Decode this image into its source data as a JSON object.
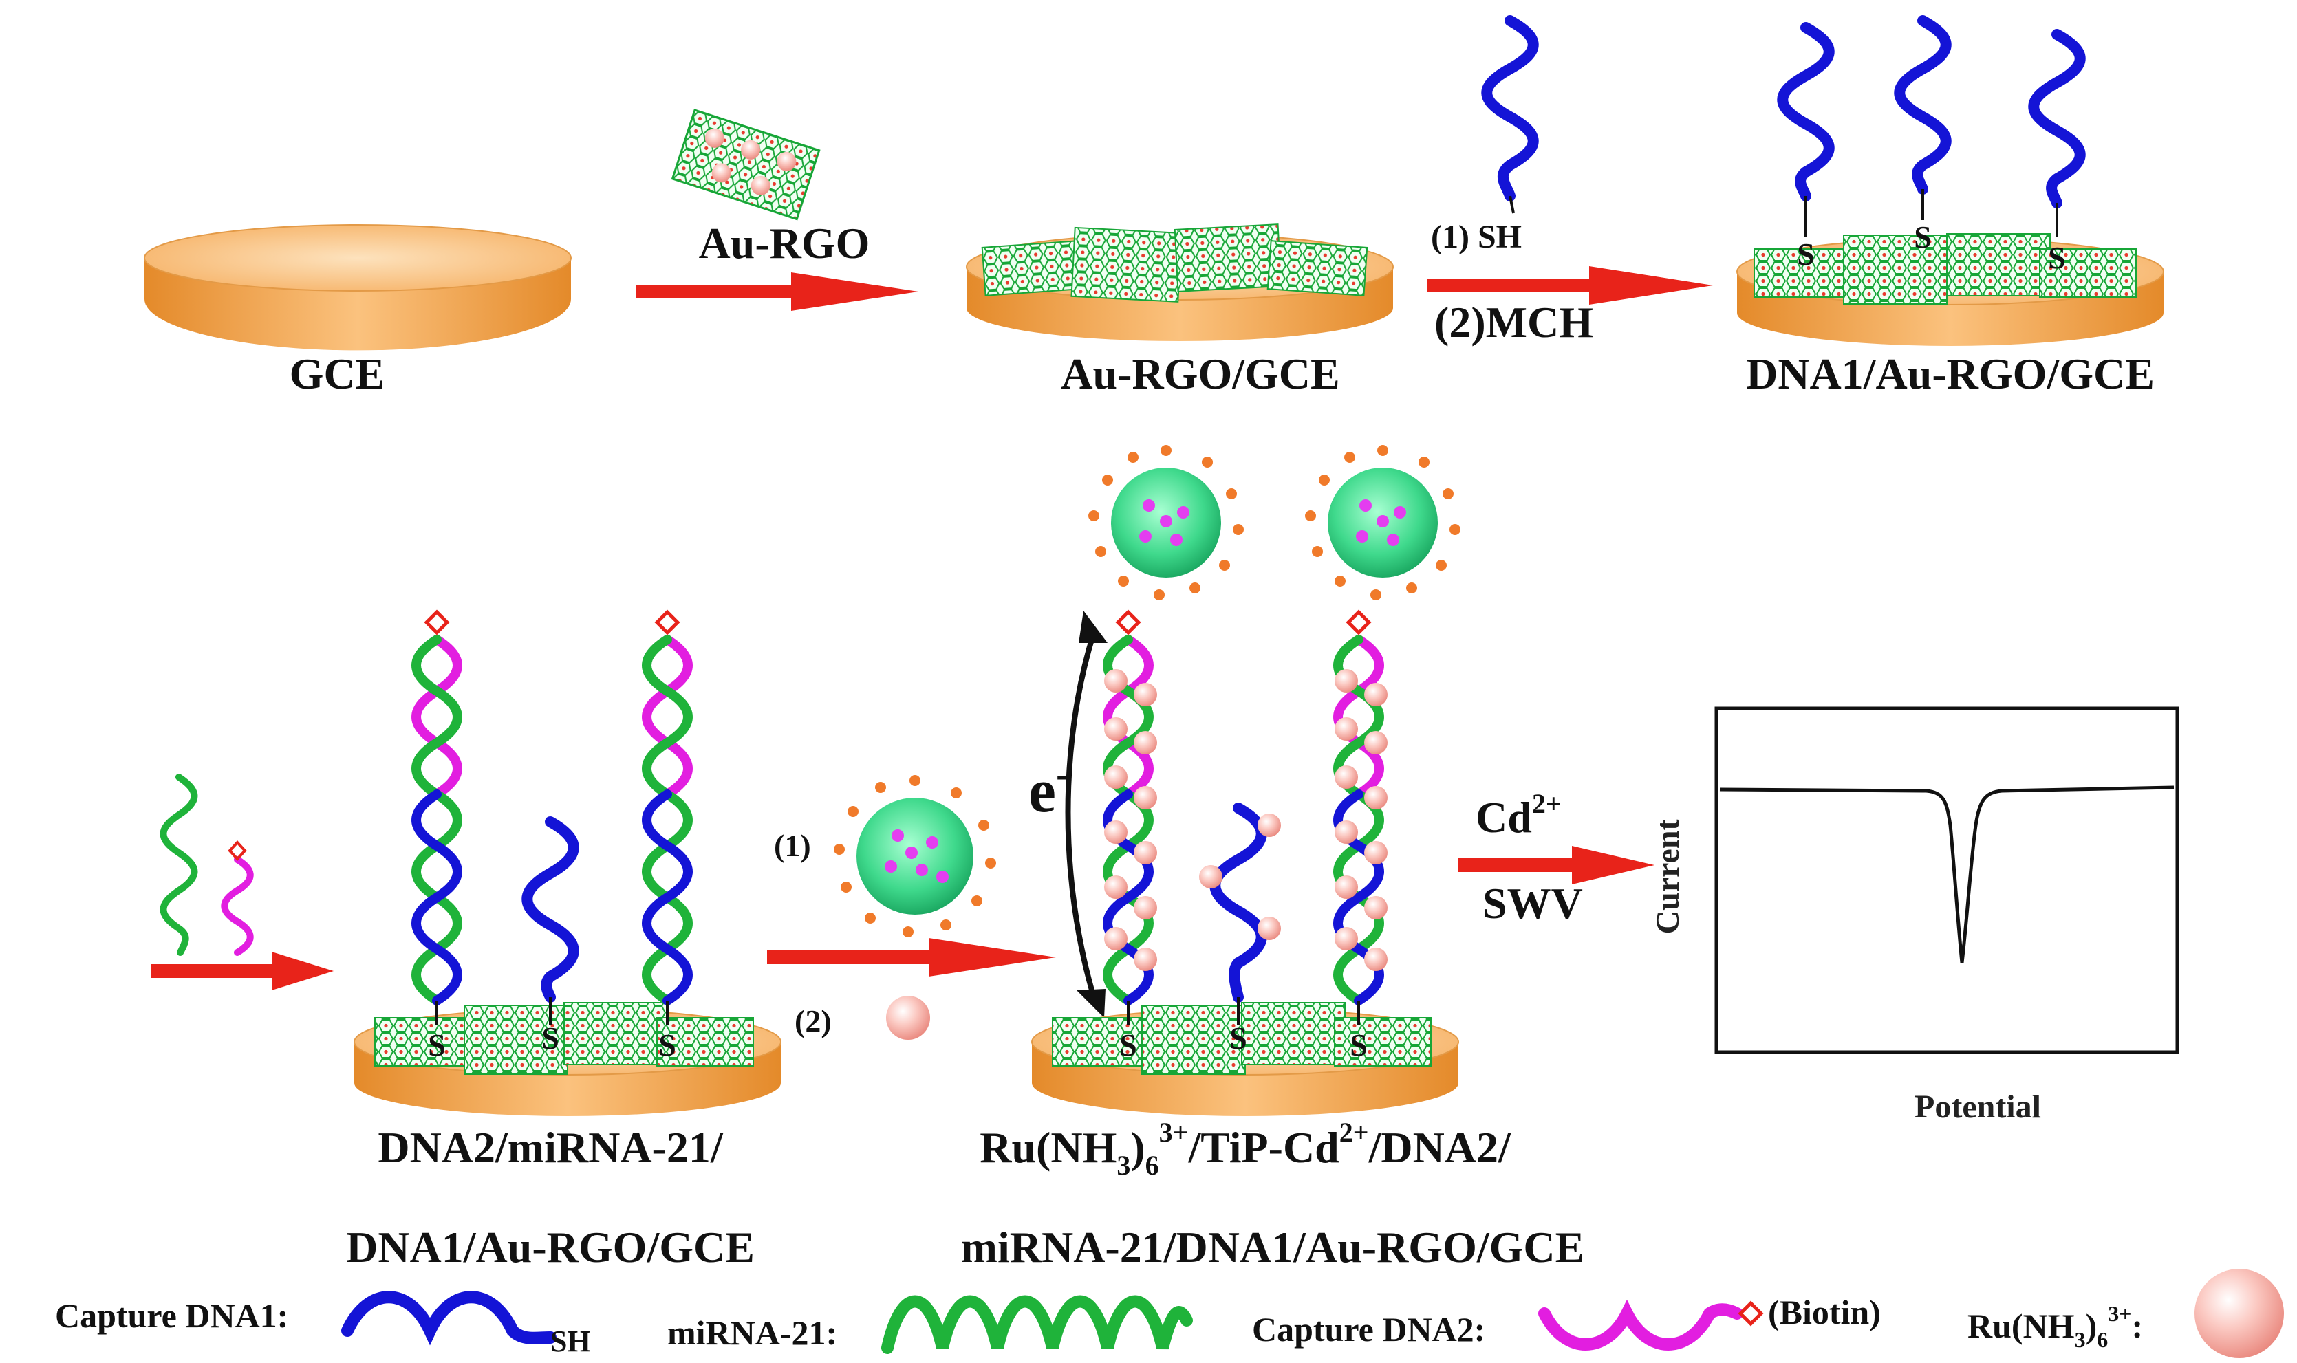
{
  "stages": {
    "gce": "GCE",
    "au_rgo_gce": "Au-RGO/GCE",
    "dna1_au_rgo_gce": "DNA1/Au-RGO/GCE",
    "dna2_line1": "DNA2/miRNA-21/",
    "dna2_line2": "DNA1/Au-RGO/GCE",
    "ru_line1_a": "Ru(NH",
    "ru_line1_sub3": "3",
    "ru_line1_b": ")",
    "ru_line1_sub6": "6",
    "ru_line1_sup": "3+",
    "ru_line1_c": "/TiP-Cd",
    "ru_line1_sup2": "2+",
    "ru_line1_d": "/DNA2/",
    "ru_line2": "miRNA-21/DNA1/Au-RGO/GCE"
  },
  "steps": {
    "au_rgo": "Au-RGO",
    "step1_sh": "(1)  SH",
    "step2_mch": "(2)MCH",
    "sulfur": "S",
    "step_1": "(1)",
    "step_2": "(2)",
    "electron": "e",
    "electron_sup": "-",
    "cd": "Cd",
    "cd_sup": "2+",
    "swv": "SWV"
  },
  "plot": {
    "ylabel": "Current",
    "xlabel": "Potential"
  },
  "legend": {
    "capture_dna1": "Capture DNA1:",
    "sh": "SH",
    "mirna": "miRNA-21:",
    "capture_dna2": "Capture DNA2:",
    "biotin": "(Biotin)",
    "ru_a": "Ru(NH",
    "ru_sub3": "3",
    "ru_b": ")",
    "ru_sub6": "6",
    "ru_sup": "3+",
    "ru_colon": ":"
  },
  "colors": {
    "electrode": "#f2a64e",
    "arrow": "#e8231a",
    "dna1": "#1414d6",
    "mirna": "#1fb33a",
    "dna2": "#e21ee0",
    "biotin": "#e8231a",
    "ru": "#f5a7a0",
    "tip_core": "#3fd98c"
  }
}
